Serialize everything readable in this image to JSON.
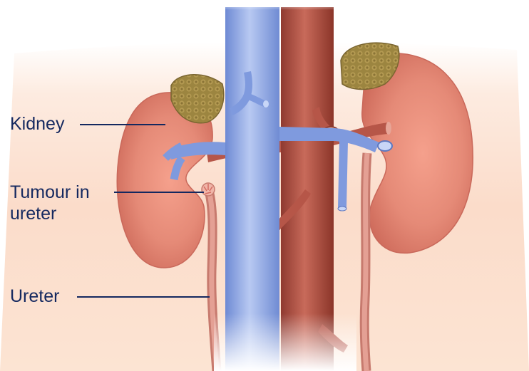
{
  "labels": {
    "kidney": "Kidney",
    "tumour_line1": "Tumour in",
    "tumour_line2": "ureter",
    "ureter": "Ureter"
  },
  "colors": {
    "label_text": "#14285f",
    "leader_line": "#14285f",
    "background_skin": "#fde3cf",
    "kidney": "#e58a77",
    "adrenal_gland": "#a08a45",
    "vein": "#8aa6e0",
    "artery": "#b65648",
    "ureter": "#d99183"
  }
}
